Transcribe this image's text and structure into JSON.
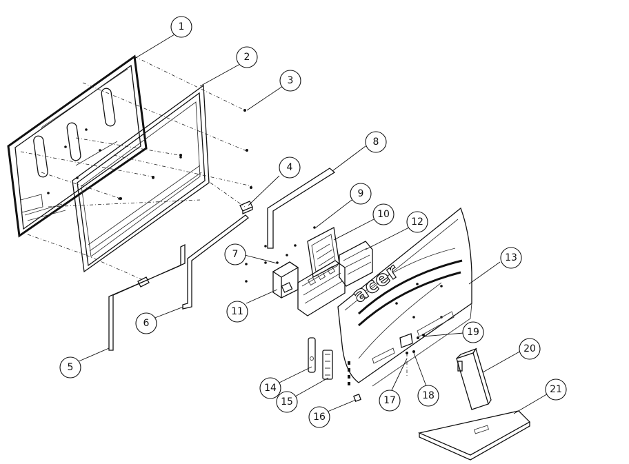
{
  "callouts": [
    {
      "id": "1",
      "label": "1"
    },
    {
      "id": "2",
      "label": "2"
    },
    {
      "id": "3",
      "label": "3"
    },
    {
      "id": "4",
      "label": "4"
    },
    {
      "id": "5",
      "label": "5"
    },
    {
      "id": "6",
      "label": "6"
    },
    {
      "id": "7",
      "label": "7"
    },
    {
      "id": "8",
      "label": "8"
    },
    {
      "id": "9",
      "label": "9"
    },
    {
      "id": "10",
      "label": "10"
    },
    {
      "id": "11",
      "label": "11"
    },
    {
      "id": "12",
      "label": "12"
    },
    {
      "id": "13",
      "label": "13"
    },
    {
      "id": "14",
      "label": "14"
    },
    {
      "id": "15",
      "label": "15"
    },
    {
      "id": "16",
      "label": "16"
    },
    {
      "id": "17",
      "label": "17"
    },
    {
      "id": "18",
      "label": "18"
    },
    {
      "id": "19",
      "label": "19"
    },
    {
      "id": "20",
      "label": "20"
    },
    {
      "id": "21",
      "label": "21"
    }
  ],
  "logo": {
    "text": "acer"
  },
  "colors": {
    "line": "#111111",
    "background": "#ffffff"
  }
}
